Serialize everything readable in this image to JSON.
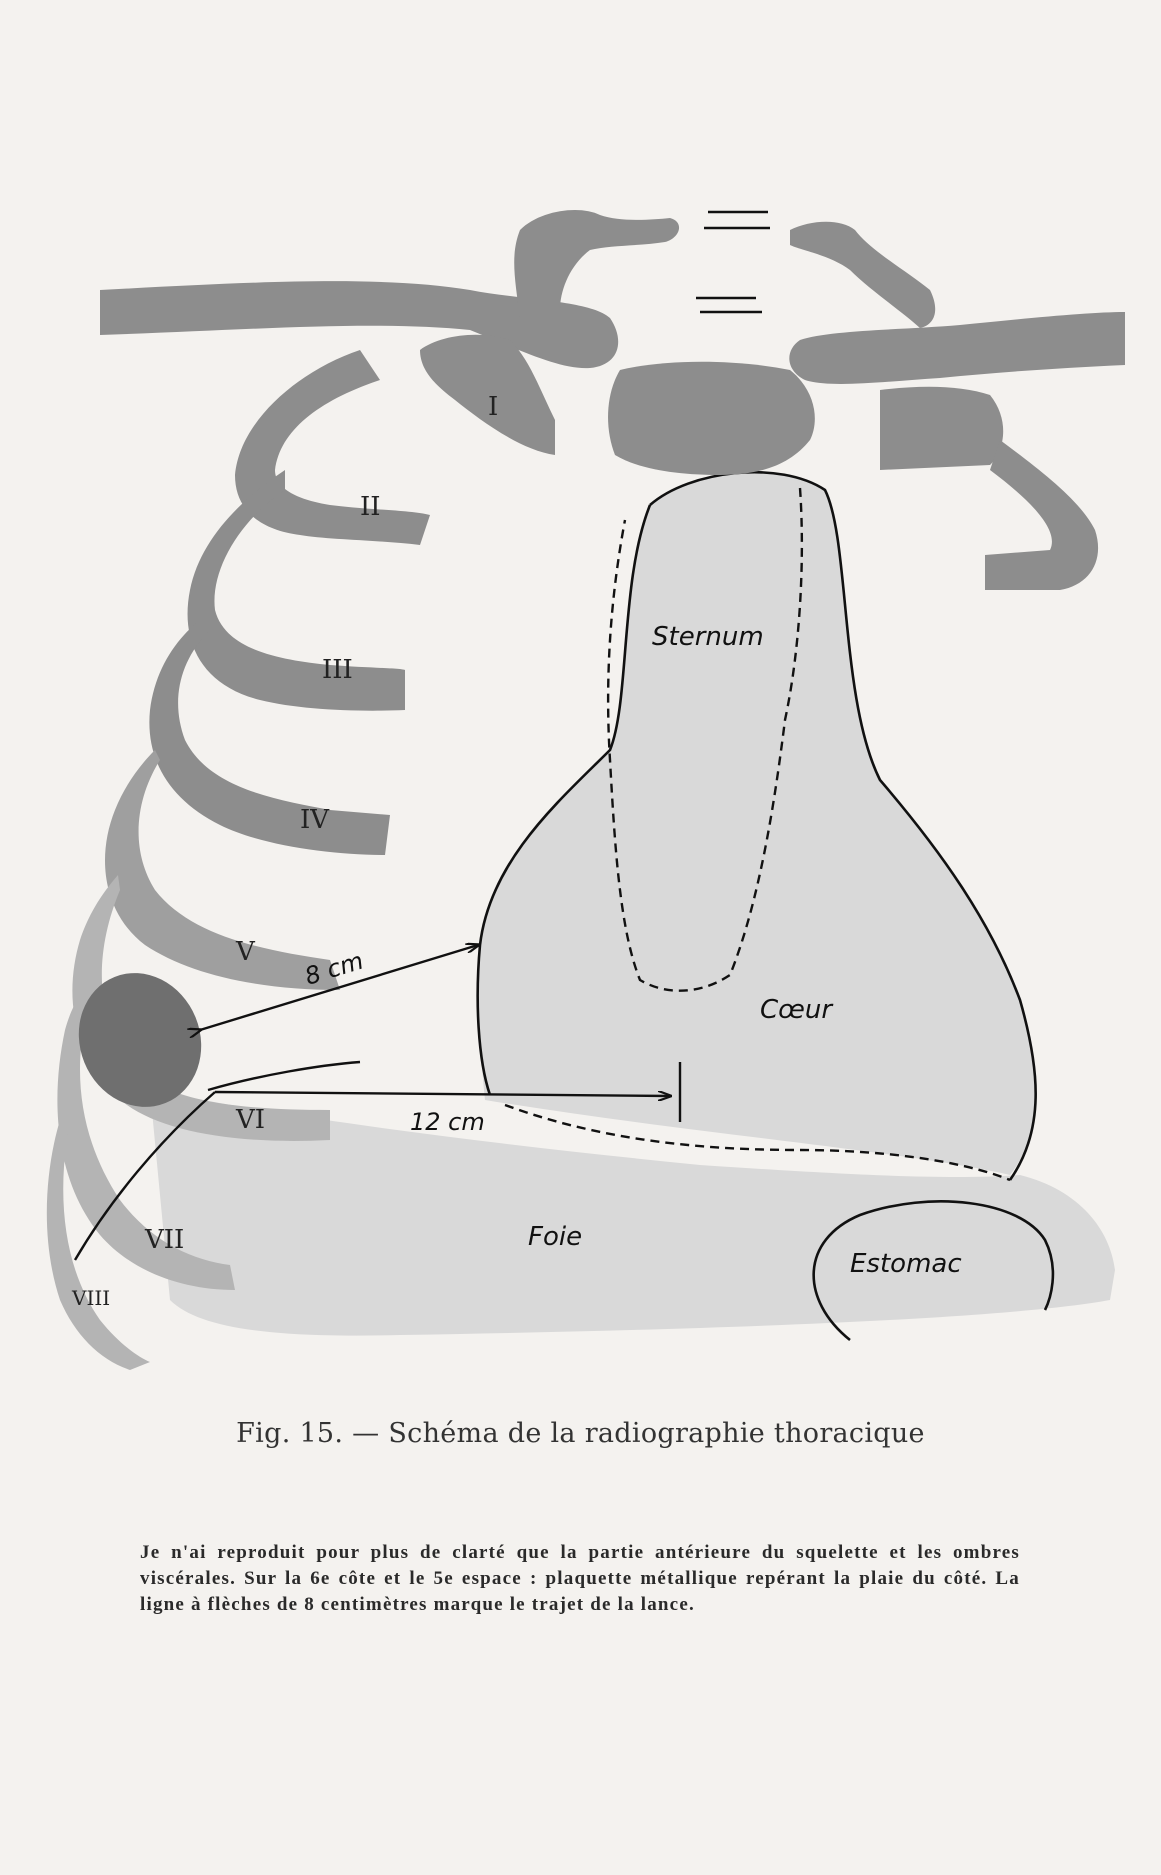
{
  "figure": {
    "labels": {
      "sternum": "Sternum",
      "coeur": "Cœur",
      "foie": "Foie",
      "estomac": "Estomac",
      "ribs": [
        "I",
        "II",
        "III",
        "IV",
        "V",
        "VI",
        "VII",
        "VIII"
      ],
      "measure_short": "8 cm",
      "measure_long": "12 cm"
    },
    "caption": "Fig. 15. — Schéma de la radiographie thoracique",
    "note": "Je n'ai reproduit pour plus de clarté que la partie antérieure du squelette et les ombres viscérales. Sur la 6e côte et le 5e espace : plaquette métallique repérant la plaie du côté. La ligne à flèches de 8 centimètres marque le trajet de la lance."
  },
  "colors": {
    "background": "#f4f2ef",
    "bone": "#8d8d8d",
    "viscera": "#d9d9d9",
    "plaque": "#6f6f6f",
    "ink": "#111111"
  }
}
